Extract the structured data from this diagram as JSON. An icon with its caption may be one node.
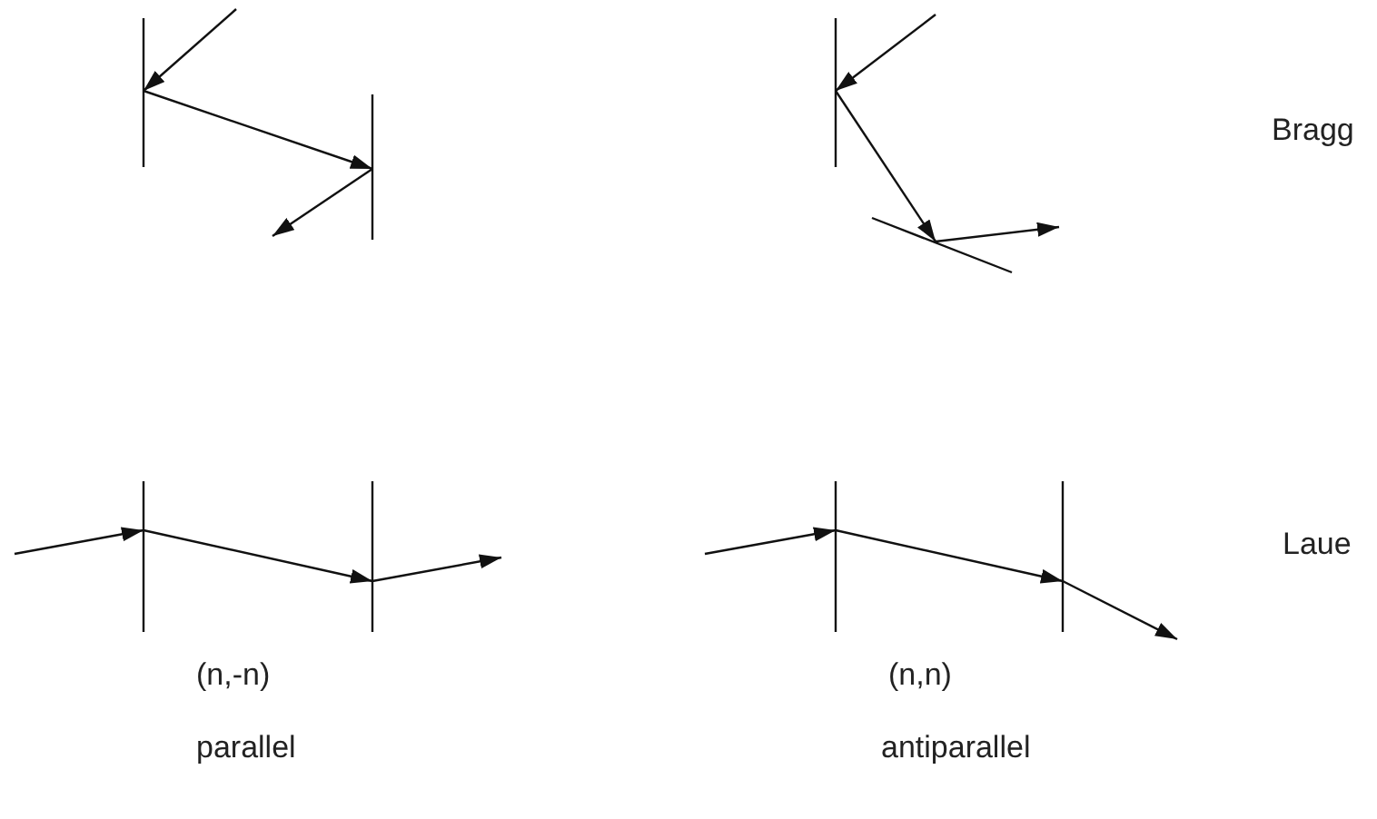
{
  "diagram": {
    "labels": [
      "Bragg",
      "Laue",
      "(n,-n)",
      "parallel",
      "(n,n)",
      "antiparallel"
    ]
  }
}
